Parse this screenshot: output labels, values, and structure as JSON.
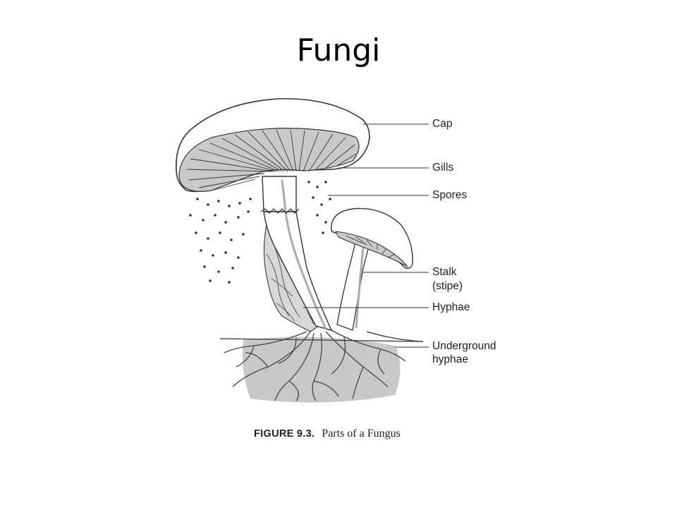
{
  "slide": {
    "title": "Fungi"
  },
  "figure": {
    "number": "FIGURE 9.3.",
    "caption": "Parts of a Fungus",
    "labels": {
      "cap": "Cap",
      "gills": "Gills",
      "spores": "Spores",
      "stalk": "Stalk",
      "stipe": "(stipe)",
      "hyphae": "Hyphae",
      "underground_1": "Underground",
      "underground_2": "hyphae"
    }
  }
}
